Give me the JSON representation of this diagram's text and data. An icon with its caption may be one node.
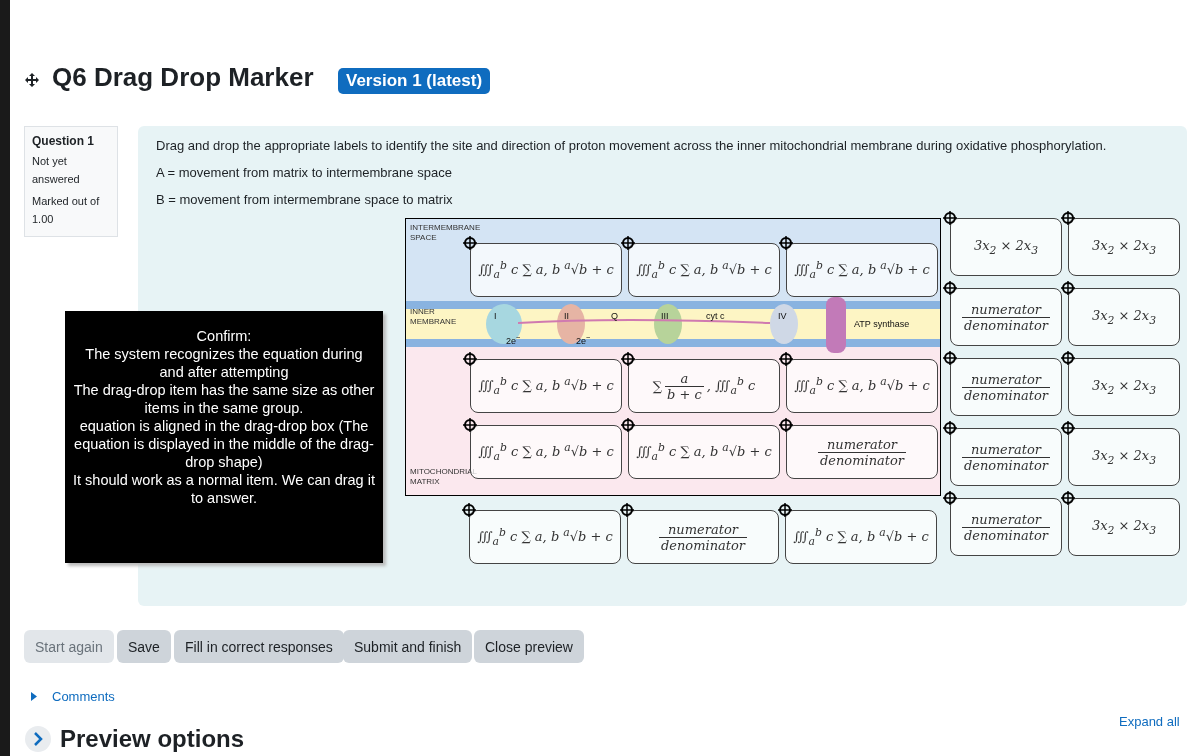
{
  "diagram": {
    "title": "Q6 Drag Drop Marker",
    "nodes": [
      {
        "text": [
          "Question 1",
          "Not yet answered",
          "Marked out of 1.00"
        ]
      },
      {
        "text": [
          "Drag and drop the appropriate labels to identify the site and direction of proton movement across the inner mitochondrial membrane during oxidative phosphorylation.",
          "A = movement from matrix to intermembrane space",
          "B = movement from intermembrane space to matrix"
        ]
      },
      {
        "text": [
          "INTERMEMBRANE SPACE",
          "INNER MEMBRANE",
          "MITOCHONDRIAL MATRIX",
          "I",
          "II",
          "Q",
          "III",
          "cyt c",
          "IV",
          "2e$^{−}$",
          "2e$^{−}$",
          "ATP synthase"
        ],
        "in": 1
      },
      {
        "text": [
          "∭$_{a}$$^{b}$ c ∑ a, b $^{a}$√b + c"
        ],
        "in": 2
      },
      {
        "text": [
          "∭$_{a}$$^{b}$ c ∑ a, b $^{a}$√b + c"
        ],
        "in": 2
      },
      {
        "text": [
          "∭$_{a}$$^{b}$ c ∑ a, b $^{a}$√b + c"
        ],
        "in": 2
      },
      {
        "text": [
          "∭$_{a}$$^{b}$ c ∑ a, b $^{a}$√b + c"
        ],
        "in": 2
      },
      {
        "text": [
          "∑",
          "a",
          "b + c",
          ", ∭$_{a}$$^{b}$ c"
        ],
        "in": 2
      },
      {
        "text": [
          "∭$_{a}$$^{b}$ c ∑ a, b $^{a}$√b + c"
        ],
        "in": 2
      },
      {
        "text": [
          "∭$_{a}$$^{b}$ c ∑ a, b $^{a}$√b + c"
        ],
        "in": 2
      },
      {
        "text": [
          "∭$_{a}$$^{b}$ c ∑ a, b $^{a}$√b + c"
        ],
        "in": 2
      },
      {
        "text": [
          "numerator",
          "denominator"
        ],
        "in": 2
      },
      {
        "text": [
          "∭$_{a}$$^{b}$ c ∑ a, b $^{a}$√b + c"
        ],
        "in": 1
      },
      {
        "text": [
          "numerator",
          "denominator"
        ],
        "in": 1
      },
      {
        "text": [
          "∭$_{a}$$^{b}$ c ∑ a, b $^{a}$√b + c"
        ],
        "in": 1
      },
      {
        "text": [
          "3x$_{2}$ × 2x$_{3}$"
        ],
        "in": 1
      },
      {
        "text": [
          "3x$_{2}$ × 2x$_{3}$"
        ],
        "in": 1
      },
      {
        "text": [
          "numerator",
          "denominator"
        ],
        "in": 1
      },
      {
        "text": [
          "3x$_{2}$ × 2x$_{3}$"
        ],
        "in": 1
      },
      {
        "text": [
          "numerator",
          "denominator"
        ],
        "in": 1
      },
      {
        "text": [
          "3x$_{2}$ × 2x$_{3}$"
        ],
        "in": 1
      },
      {
        "text": [
          "numerator",
          "denominator"
        ],
        "in": 1
      },
      {
        "text": [
          "3x$_{2}$ × 2x$_{3}$"
        ],
        "in": 1
      },
      {
        "text": [
          "numerator",
          "denominator"
        ],
        "in": 1
      },
      {
        "text": [
          "3x$_{2}$ × 2x$_{3}$"
        ],
        "in": 1
      },
      {
        "text": [
          "Confirm:",
          "The system recognizes the equation during and after attempting",
          "The drag-drop item has the same size as other items in the same group.",
          "equation is aligned in the drag-drop box (The equation is displayed in the middle of the drag-drop shape)",
          "It should work as a normal item. We can drag it to answer."
        ]
      }
    ],
    "labels": [
      "Version 1 (latest)",
      "Start again",
      "Save",
      "Fill in correct responses",
      "Submit and finish",
      "Close preview",
      "Comments",
      "Expand all",
      "Preview options"
    ]
  }
}
